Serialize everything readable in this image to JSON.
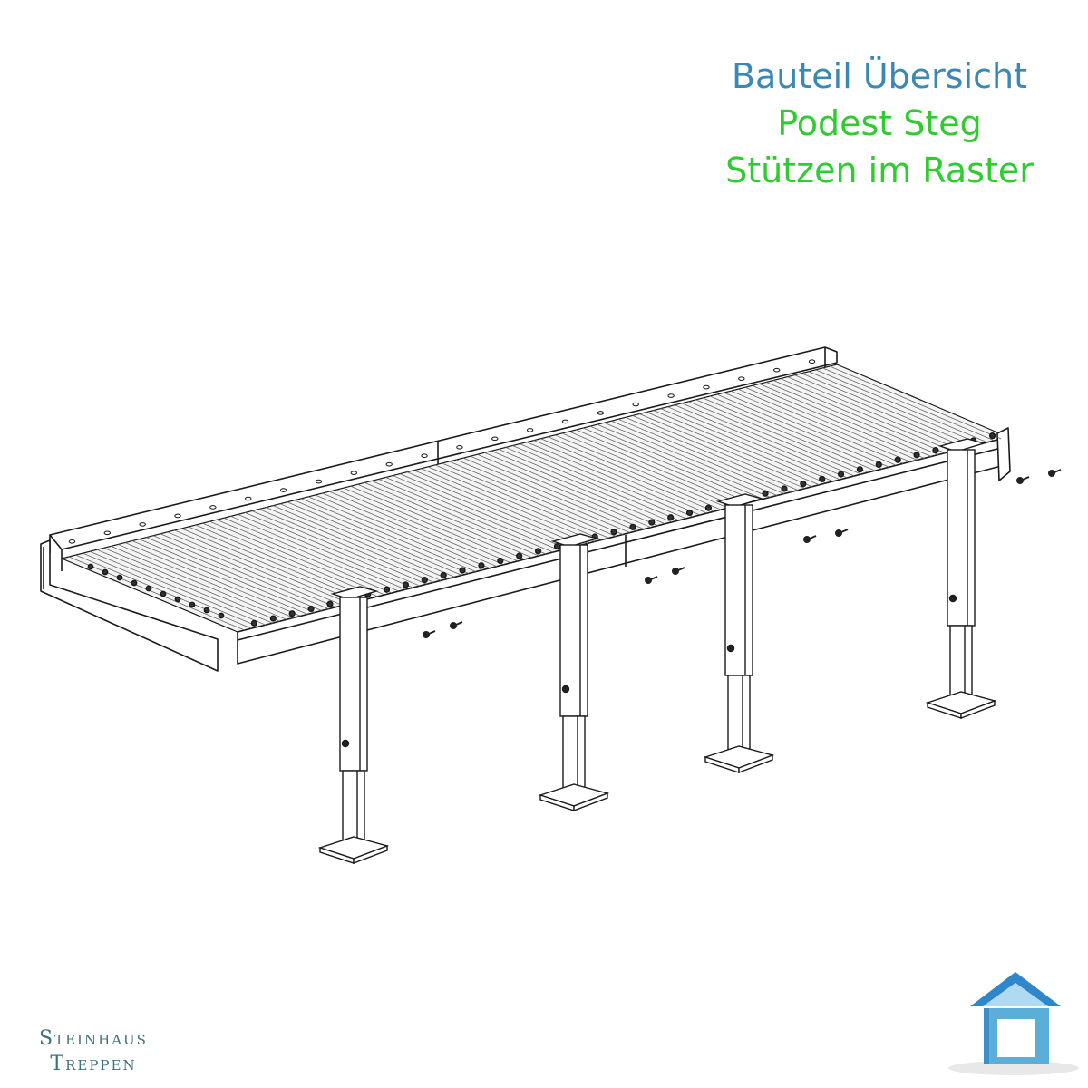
{
  "header": {
    "title": "Bauteil Übersicht",
    "subtitle": "Podest Steg",
    "caption": "Stützen im Raster"
  },
  "brand": {
    "line1": "Steinhaus",
    "line2": "Treppen"
  },
  "colors": {
    "title": "#3a88b5",
    "subtitle": "#2ecc2e",
    "line": "#1a1a1a",
    "bolt": "#222222",
    "logo_roof": "#2f86c9",
    "logo_body": "#5aaed8"
  },
  "drawing": {
    "support_count": 4,
    "icon": "house-logo-icon"
  }
}
